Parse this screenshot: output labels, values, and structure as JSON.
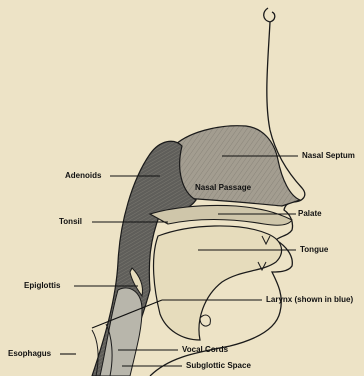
{
  "diagram": {
    "labels": {
      "nasal_septum": "Nasal Septum",
      "adenoids": "Adenoids",
      "nasal_passage": "Nasal Passage",
      "tonsil": "Tonsil",
      "palate": "Palate",
      "tongue": "Tongue",
      "epiglottis": "Epiglottis",
      "larynx": "Larynx (shown in blue)",
      "esophagus": "Esophagus",
      "vocal_cords": "Vocal Cords",
      "subglottic_space": "Subglottic Space"
    },
    "colors": {
      "background": "#ede3c6",
      "outline": "#1a1a1a",
      "septum_fill": "#a49f93",
      "passage_fill": "#6b6a66",
      "larynx_fill": "#b8b6ab",
      "throat_fill": "#8d8a80"
    }
  }
}
